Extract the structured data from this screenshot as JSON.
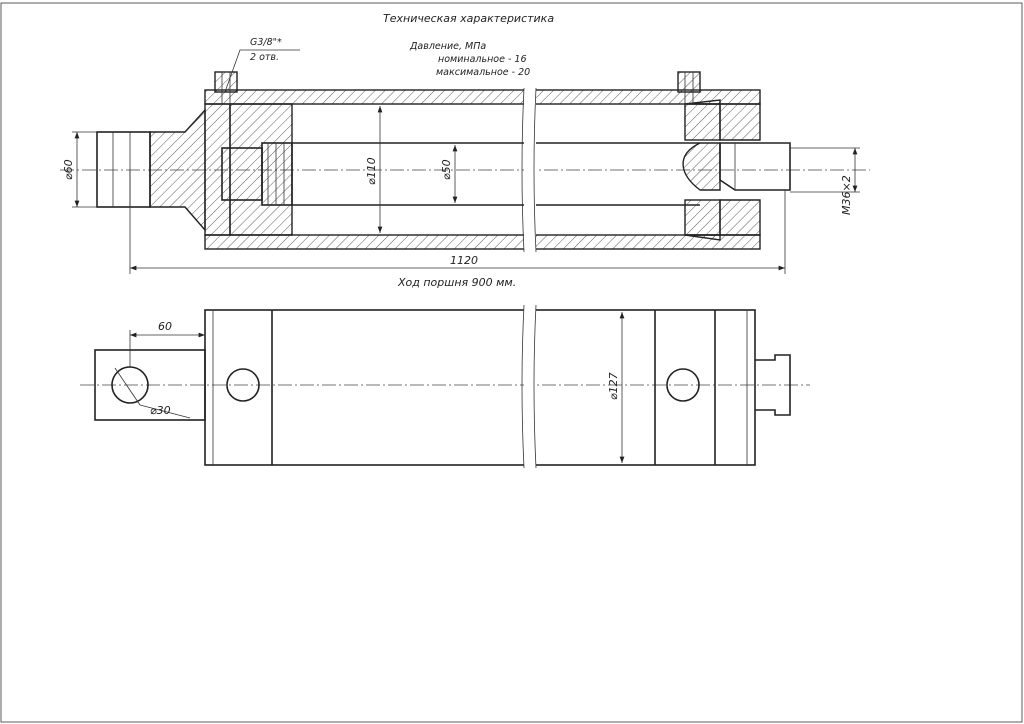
{
  "specs": {
    "title": "Техническая характеристика",
    "pressure_label": "Давление, МПа",
    "nominal": "номинальное  -  16",
    "maximum": "максимальное -  20"
  },
  "port_note": {
    "thread": "G3/8\"*",
    "count": "2 отв."
  },
  "dimensions": {
    "eye_diameter": "⌀60",
    "bore": "⌀110",
    "rod": "⌀50",
    "rod_thread": "M36×2",
    "overall_length": "1120",
    "stroke": "Ход поршня 900 мм.",
    "eye_offset": "60",
    "pin_hole": "⌀30",
    "outer_diameter": "⌀127"
  }
}
